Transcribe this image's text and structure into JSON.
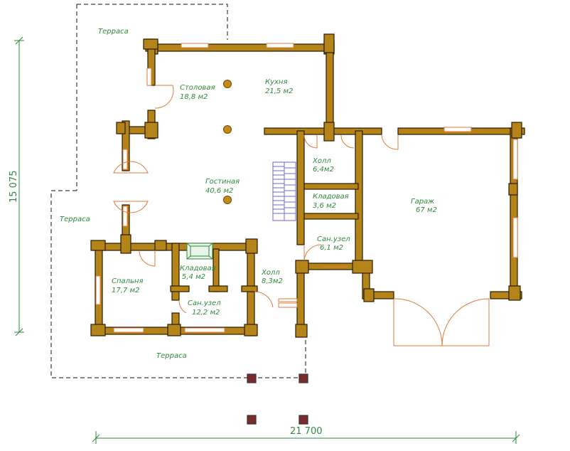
{
  "rooms": [
    {
      "name": "Терраса",
      "area": ""
    },
    {
      "name": "Столовая",
      "area": "18,8 м2"
    },
    {
      "name": "Кухня",
      "area": "21,5 м2"
    },
    {
      "name": "Гостиная",
      "area": "40,6 м2"
    },
    {
      "name": "Холл",
      "area": "6,4м2"
    },
    {
      "name": "Кладовая",
      "area": "3,6 м2"
    },
    {
      "name": "Гараж",
      "area": "67 м2"
    },
    {
      "name": "Сан.узел",
      "area": "6,1 м2"
    },
    {
      "name": "Терраса",
      "area": ""
    },
    {
      "name": "Спальня",
      "area": "17,7 м2"
    },
    {
      "name": "Кладовая",
      "area": "5,4 м2"
    },
    {
      "name": "Холл",
      "area": "8,3м2"
    },
    {
      "name": "Сан.узел",
      "area": "12,2 м2"
    },
    {
      "name": "Терраса",
      "area": ""
    }
  ],
  "dimensions": {
    "width": "21 700",
    "height": "15 075"
  },
  "colors": {
    "wall": "#b48418",
    "label": "#2f8a3c",
    "door": "#e07a3a",
    "stair": "#6a6ad0"
  }
}
